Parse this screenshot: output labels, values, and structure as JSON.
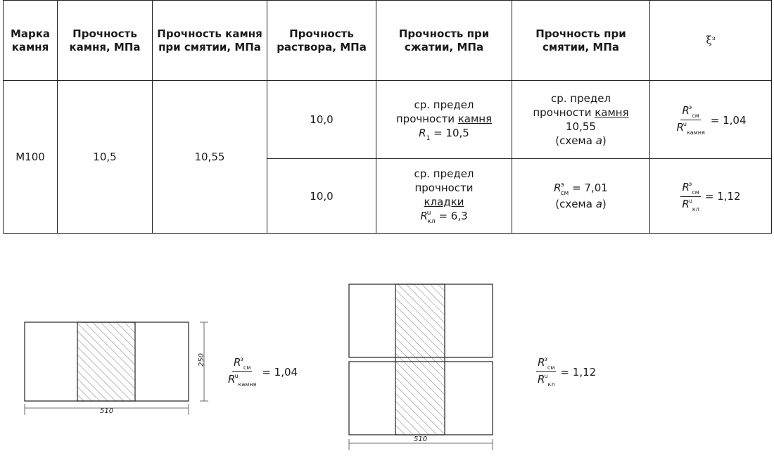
{
  "table": {
    "headers": {
      "brand": "Марка камня",
      "stone_strength": "Прочность камня, МПа",
      "stone_bearing": "Прочность камня при смятии, МПа",
      "mortar_strength": "Прочность раствора, МПа",
      "compression": "Прочность при сжатии, МПа",
      "bearing": "Прочность при смятии, МПа",
      "xi": "ξᵌ"
    },
    "brand": "М100",
    "stone_strength": "10,5",
    "stone_bearing": "10,55",
    "rows": [
      {
        "mortar": "10,0",
        "compression_line1": "ср. предел",
        "compression_line2a": "прочности ",
        "compression_line2b": "камня",
        "compression_sym": "R",
        "compression_sub": "1",
        "compression_val": " = 10,5",
        "bearing_line1": "ср. предел",
        "bearing_line2a": "прочности ",
        "bearing_line2b": "камня",
        "bearing_val": "10,55",
        "bearing_scheme_a": "(схема ",
        "bearing_scheme_b": "а",
        "bearing_scheme_c": ")",
        "xi_num": "R",
        "xi_num_sup": "э",
        "xi_num_sub": "см",
        "xi_den": "R",
        "xi_den_sup": "u",
        "xi_den_sub": "камня",
        "xi_val": "= 1,04"
      },
      {
        "mortar": "10,0",
        "compression_line1": "ср. предел",
        "compression_line2": "прочности",
        "compression_line3": "кладки",
        "compression_sym": "R",
        "compression_sup": "u",
        "compression_sub": "кл",
        "compression_val": " = 6,3",
        "bearing_sym": "R",
        "bearing_sup": "э",
        "bearing_sub": "см",
        "bearing_val": " = 7,01",
        "bearing_scheme_a": "(схема ",
        "bearing_scheme_b": "а",
        "bearing_scheme_c": ")",
        "xi_num": "R",
        "xi_num_sup": "э",
        "xi_num_sub": "см",
        "xi_den": "R",
        "xi_den_sup": "u",
        "xi_den_sub": "кл",
        "xi_val": "= 1,12"
      }
    ]
  },
  "drawings": {
    "left": {
      "dim_width": "510",
      "dim_height": "250",
      "formula": {
        "num": "R",
        "num_sup": "э",
        "num_sub": "см",
        "den": "R",
        "den_sup": "u",
        "den_sub": "камня",
        "val": "= 1,04"
      }
    },
    "right": {
      "dim_width": "510",
      "formula": {
        "num": "R",
        "num_sup": "э",
        "num_sub": "см",
        "den": "R",
        "den_sup": "u",
        "den_sub": "кл",
        "val": "= 1,12"
      }
    }
  }
}
